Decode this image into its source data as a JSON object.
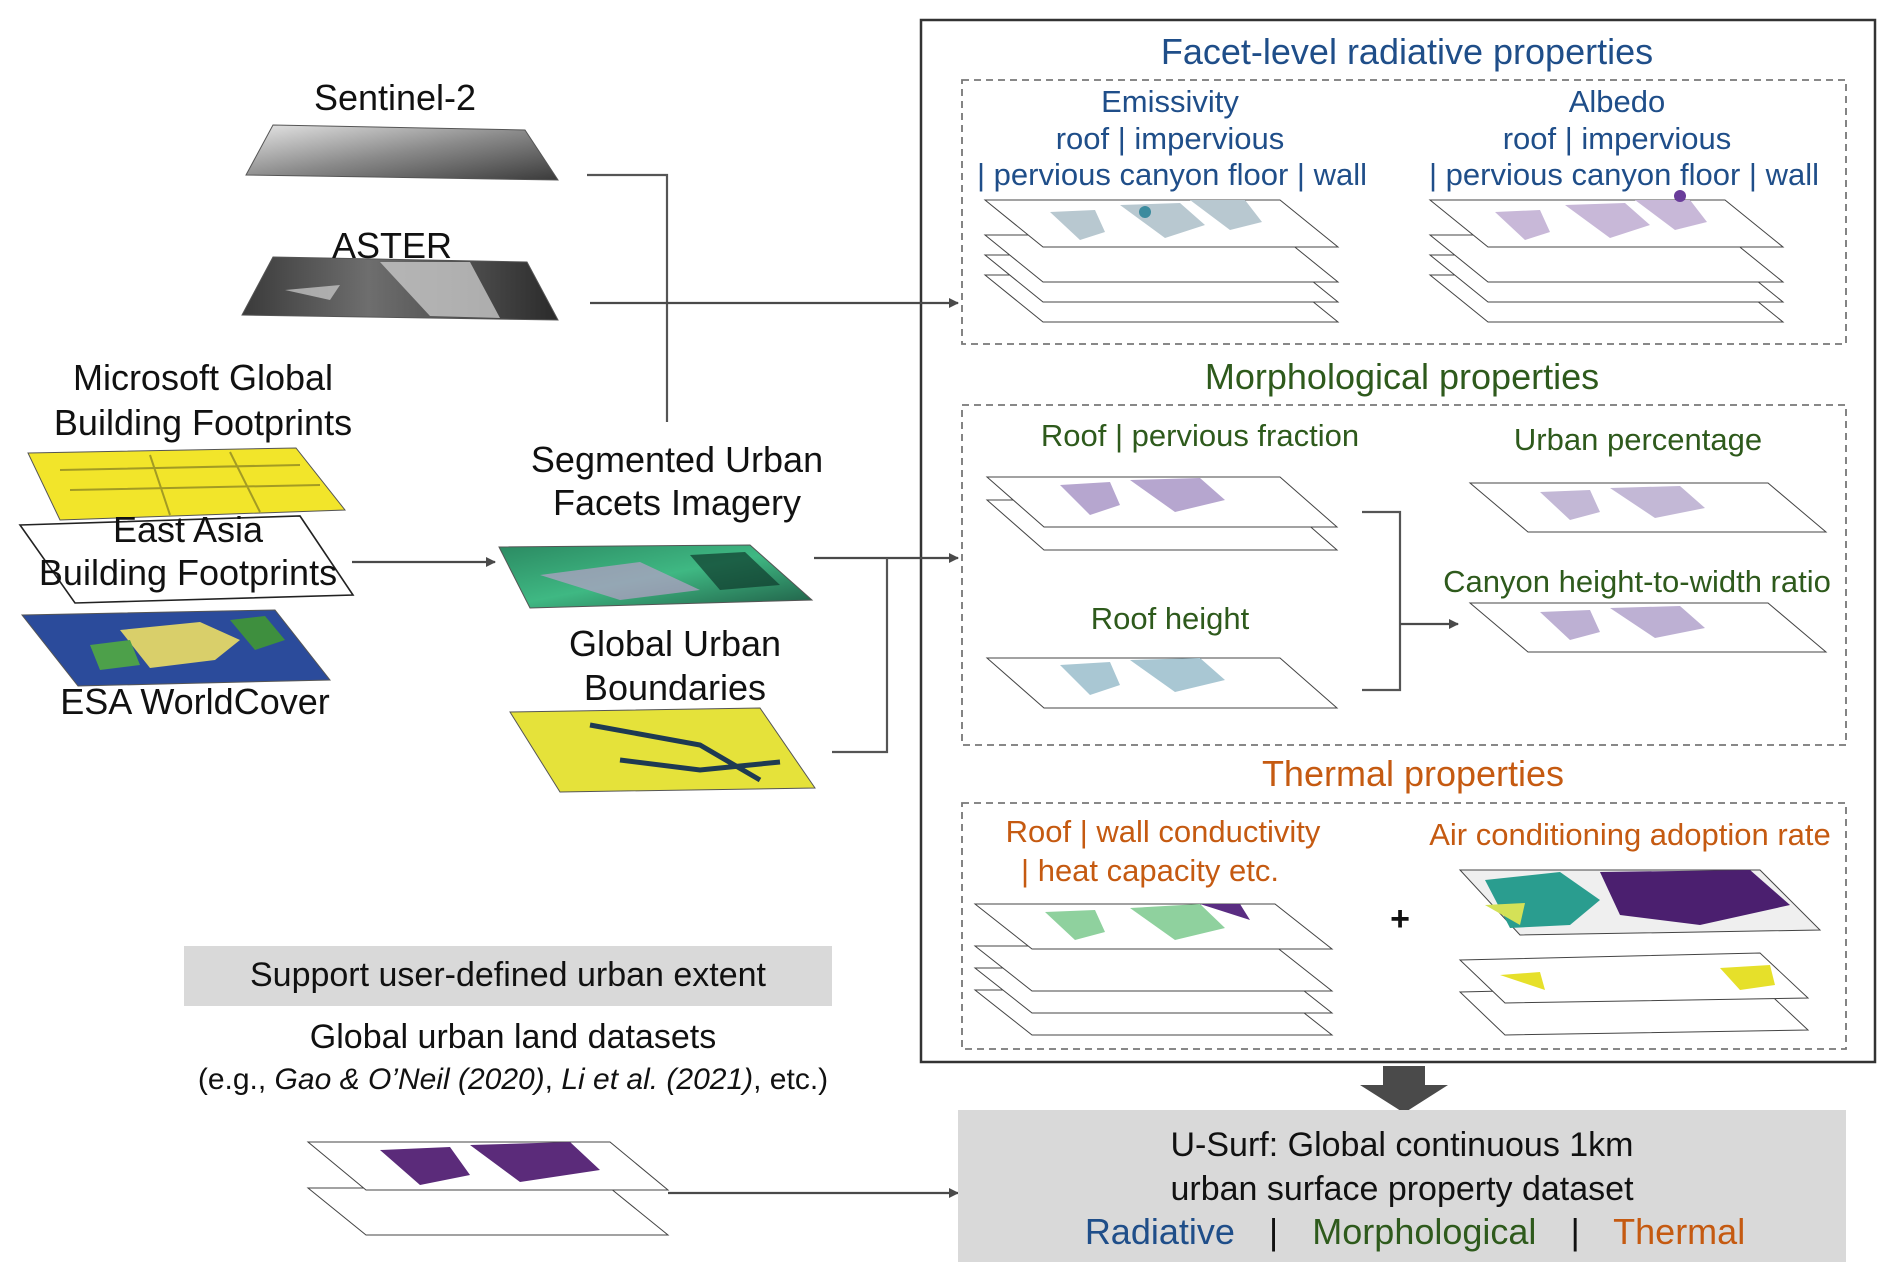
{
  "inputs": {
    "sentinel": "Sentinel-2",
    "aster": "ASTER",
    "microsoft_line1": "Microsoft Global",
    "microsoft_line2": "Building Footprints",
    "east_asia_line1": "East Asia",
    "east_asia_line2": "Building Footprints",
    "esa": "ESA WorldCover"
  },
  "middle": {
    "segmented_line1": "Segmented Urban",
    "segmented_line2": "Facets Imagery",
    "boundaries_line1": "Global Urban",
    "boundaries_line2": "Boundaries"
  },
  "support": {
    "box_label": "Support user-defined urban extent",
    "datasets_title": "Global urban land datasets",
    "citation_prefix": "(e.g., ",
    "citation_1": "Gao & O’Neil (2020)",
    "citation_sep": ", ",
    "citation_2": "Li et al. (2021)",
    "citation_suffix": ", etc.)"
  },
  "radiative": {
    "title": "Facet-level radiative properties",
    "emissivity": {
      "line1": "Emissivity",
      "line2": "roof | impervious",
      "line3": "| pervious canyon floor | wall"
    },
    "albedo": {
      "line1": "Albedo",
      "line2": "roof | impervious",
      "line3": "| pervious canyon floor | wall"
    }
  },
  "morphological": {
    "title": "Morphological properties",
    "roof_pervious": "Roof | pervious fraction",
    "urban_percentage": "Urban percentage",
    "roof_height": "Roof height",
    "canyon_ratio": "Canyon height-to-width ratio"
  },
  "thermal": {
    "title": "Thermal properties",
    "conductivity_line1": "Roof | wall conductivity",
    "conductivity_line2": "| heat capacity etc.",
    "plus": "+",
    "ac_rate": "Air conditioning adoption rate"
  },
  "output": {
    "line1": "U-Surf: Global continuous 1km",
    "line2": "urban surface property dataset",
    "radiative": "Radiative",
    "sep1": "|",
    "morphological": "Morphological",
    "sep2": "|",
    "thermal": "Thermal"
  },
  "colors": {
    "radiative": "#1f4e89",
    "morphological": "#2e5a1c",
    "thermal": "#c55a11",
    "box_grey": "#d9d9d9",
    "arrow": "#4a4a4a"
  }
}
